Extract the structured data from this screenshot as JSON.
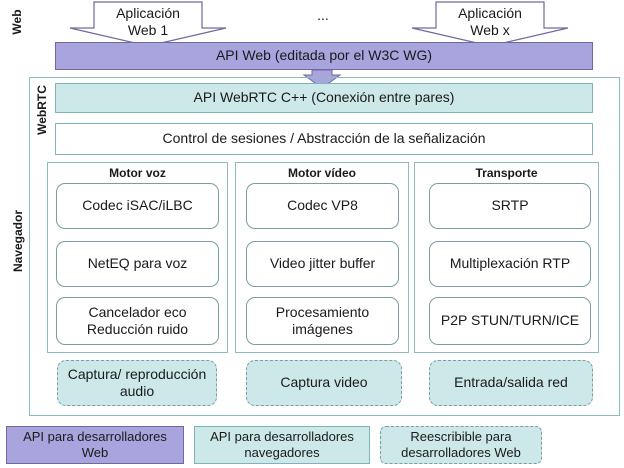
{
  "labels": {
    "web": "Web",
    "webrtc": "WebRTC",
    "navegador": "Navegador"
  },
  "apps": {
    "app1": "Aplicación Web 1",
    "ellipsis": "...",
    "appx": "Aplicación Web x"
  },
  "api_web": "API Web (editada por el W3C WG)",
  "api_webrtc": "API WebRTC C++ (Conexión entre pares)",
  "session_control": "Control de sesiones / Abstracción de la señalización",
  "panels": {
    "voice": {
      "title": "Motor voz",
      "items": [
        "Codec iSAC/iLBC",
        "NetEQ para voz",
        "Cancelador eco Reducción ruido"
      ]
    },
    "video": {
      "title": "Motor vídeo",
      "items": [
        "Codec VP8",
        "Video jitter buffer",
        "Procesamiento imágenes"
      ]
    },
    "transport": {
      "title": "Transporte",
      "items": [
        "SRTP",
        "Multiplexación RTP",
        "P2P STUN/TURN/ICE"
      ]
    }
  },
  "bottom": {
    "audio": "Captura/ reproducción audio",
    "video": "Captura video",
    "network": "Entrada/salida red"
  },
  "legend": {
    "web_api": "API para desarrolladores Web",
    "browser_api": "API para desarrolladores navegadores",
    "rewritable": "Reescribible para desarrolladores Web"
  },
  "colors": {
    "web_api": "#a9a4de",
    "browser_api": "#cde8e8",
    "rewritable": "#cde8e8",
    "border": "#7fb4b6"
  }
}
